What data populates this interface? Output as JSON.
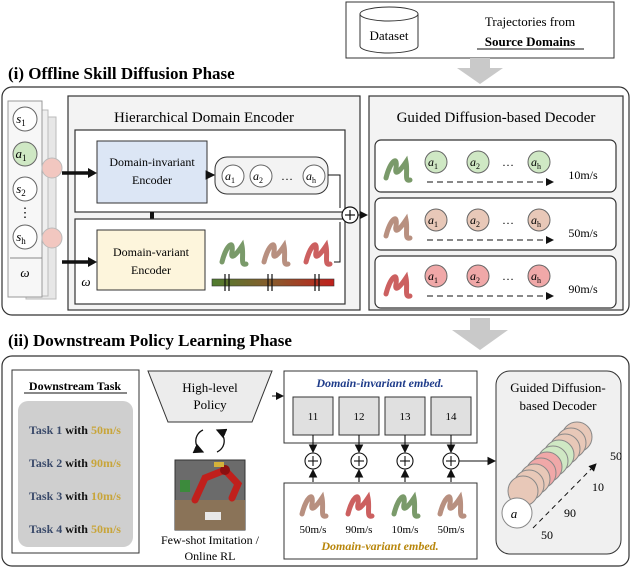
{
  "dataset": {
    "label": "Dataset",
    "traj_line1": "Trajectories from",
    "traj_line2": "Source Domains"
  },
  "phase1": {
    "title": "(i) Offline Skill Diffusion Phase",
    "encoder_title": "Hierarchical Domain Encoder",
    "invariant_encoder": [
      "Domain-invariant",
      "Encoder"
    ],
    "variant_encoder": [
      "Domain-variant",
      "Encoder"
    ],
    "omega": "ω",
    "decoder_title": "Guided Diffusion-based Decoder",
    "states": [
      "s",
      "a",
      "s",
      "⋮",
      "s"
    ],
    "state_subs": [
      "1",
      "1",
      "2",
      "",
      "h"
    ],
    "action_chain": {
      "tokens": [
        "a",
        "a",
        "…",
        "a"
      ],
      "subs": [
        "1",
        "2",
        "",
        "h"
      ]
    },
    "decoder_rows": [
      {
        "speed": "10m/s",
        "tokens": [
          "a",
          "a",
          "…",
          "a"
        ],
        "subs": [
          "1",
          "2",
          "",
          "h"
        ],
        "color": "#8fbf7a"
      },
      {
        "speed": "50m/s",
        "tokens": [
          "a",
          "a",
          "…",
          "a"
        ],
        "subs": [
          "1",
          "2",
          "",
          "h"
        ],
        "color": "#c9a088"
      },
      {
        "speed": "90m/s",
        "tokens": [
          "a",
          "a",
          "…",
          "a"
        ],
        "subs": [
          "1",
          "2",
          "",
          "h"
        ],
        "color": "#e08585"
      }
    ],
    "plus": "+"
  },
  "phase2": {
    "title": "(ii) Downstream Policy Learning Phase",
    "task_header": "Downstream Task",
    "tasks": [
      {
        "name": "Task 1",
        "with": "with",
        "speed": "50m/s"
      },
      {
        "name": "Task 2",
        "with": "with",
        "speed": "90m/s"
      },
      {
        "name": "Task 3",
        "with": "with",
        "speed": "10m/s"
      },
      {
        "name": "Task 4",
        "with": "with",
        "speed": "50m/s"
      }
    ],
    "policy": [
      "High-level",
      "Policy"
    ],
    "robot_caption": [
      "Few-shot Imitation /",
      "Online RL"
    ],
    "invariant_embed_title": "Domain-invariant embed.",
    "invariant_embed_ids": [
      "11",
      "12",
      "13",
      "14"
    ],
    "variant_embed_title": "Domain-variant embed.",
    "variant_speeds": [
      "50m/s",
      "90m/s",
      "10m/s",
      "50m/s"
    ],
    "decoder_title": [
      "Guided Diffusion-",
      "based Decoder"
    ],
    "stack_token": "a",
    "stack_labels": [
      "50",
      "10",
      "90",
      "50"
    ]
  },
  "colors": {
    "blue_box": "#dce6f5",
    "yellow_box": "#fdf5dc",
    "panel_bg": "#f3f3f3",
    "task_speed": "#c8a53a",
    "task_name": "#3a4a6a",
    "invariant_title": "#1f3c8a",
    "variant_title": "#b8860b"
  }
}
